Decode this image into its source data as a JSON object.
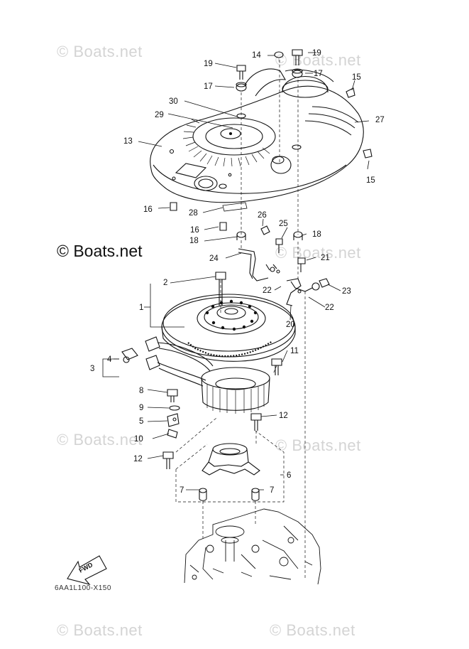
{
  "watermarks": {
    "top_left": "© Boats.net",
    "top_right": "© Boats.net",
    "main": "© Boats.net",
    "mid_right": "© Boats.net",
    "low_left": "© Boats.net",
    "low_right": "© Boats.net",
    "bottom_left": "© Boats.net",
    "bottom_right": "© Boats.net"
  },
  "fwd_label": "FWD",
  "diagram_code": "6AA1L100-X150",
  "callouts": {
    "c1": "1",
    "c2": "2",
    "c3": "3",
    "c4": "4",
    "c5": "5",
    "c6": "6",
    "c7a": "7",
    "c7b": "7",
    "c8": "8",
    "c9": "9",
    "c10": "10",
    "c11": "11",
    "c12a": "12",
    "c12b": "12",
    "c13": "13",
    "c14": "14",
    "c15a": "15",
    "c15b": "15",
    "c16a": "16",
    "c16b": "16",
    "c17a": "17",
    "c17b": "17",
    "c18a": "18",
    "c18b": "18",
    "c19a": "19",
    "c19b": "19",
    "c20": "20",
    "c21": "21",
    "c22a": "22",
    "c22b": "22",
    "c23": "23",
    "c24": "24",
    "c25": "25",
    "c26": "26",
    "c27": "27",
    "c28": "28",
    "c29": "29",
    "c30": "30"
  }
}
